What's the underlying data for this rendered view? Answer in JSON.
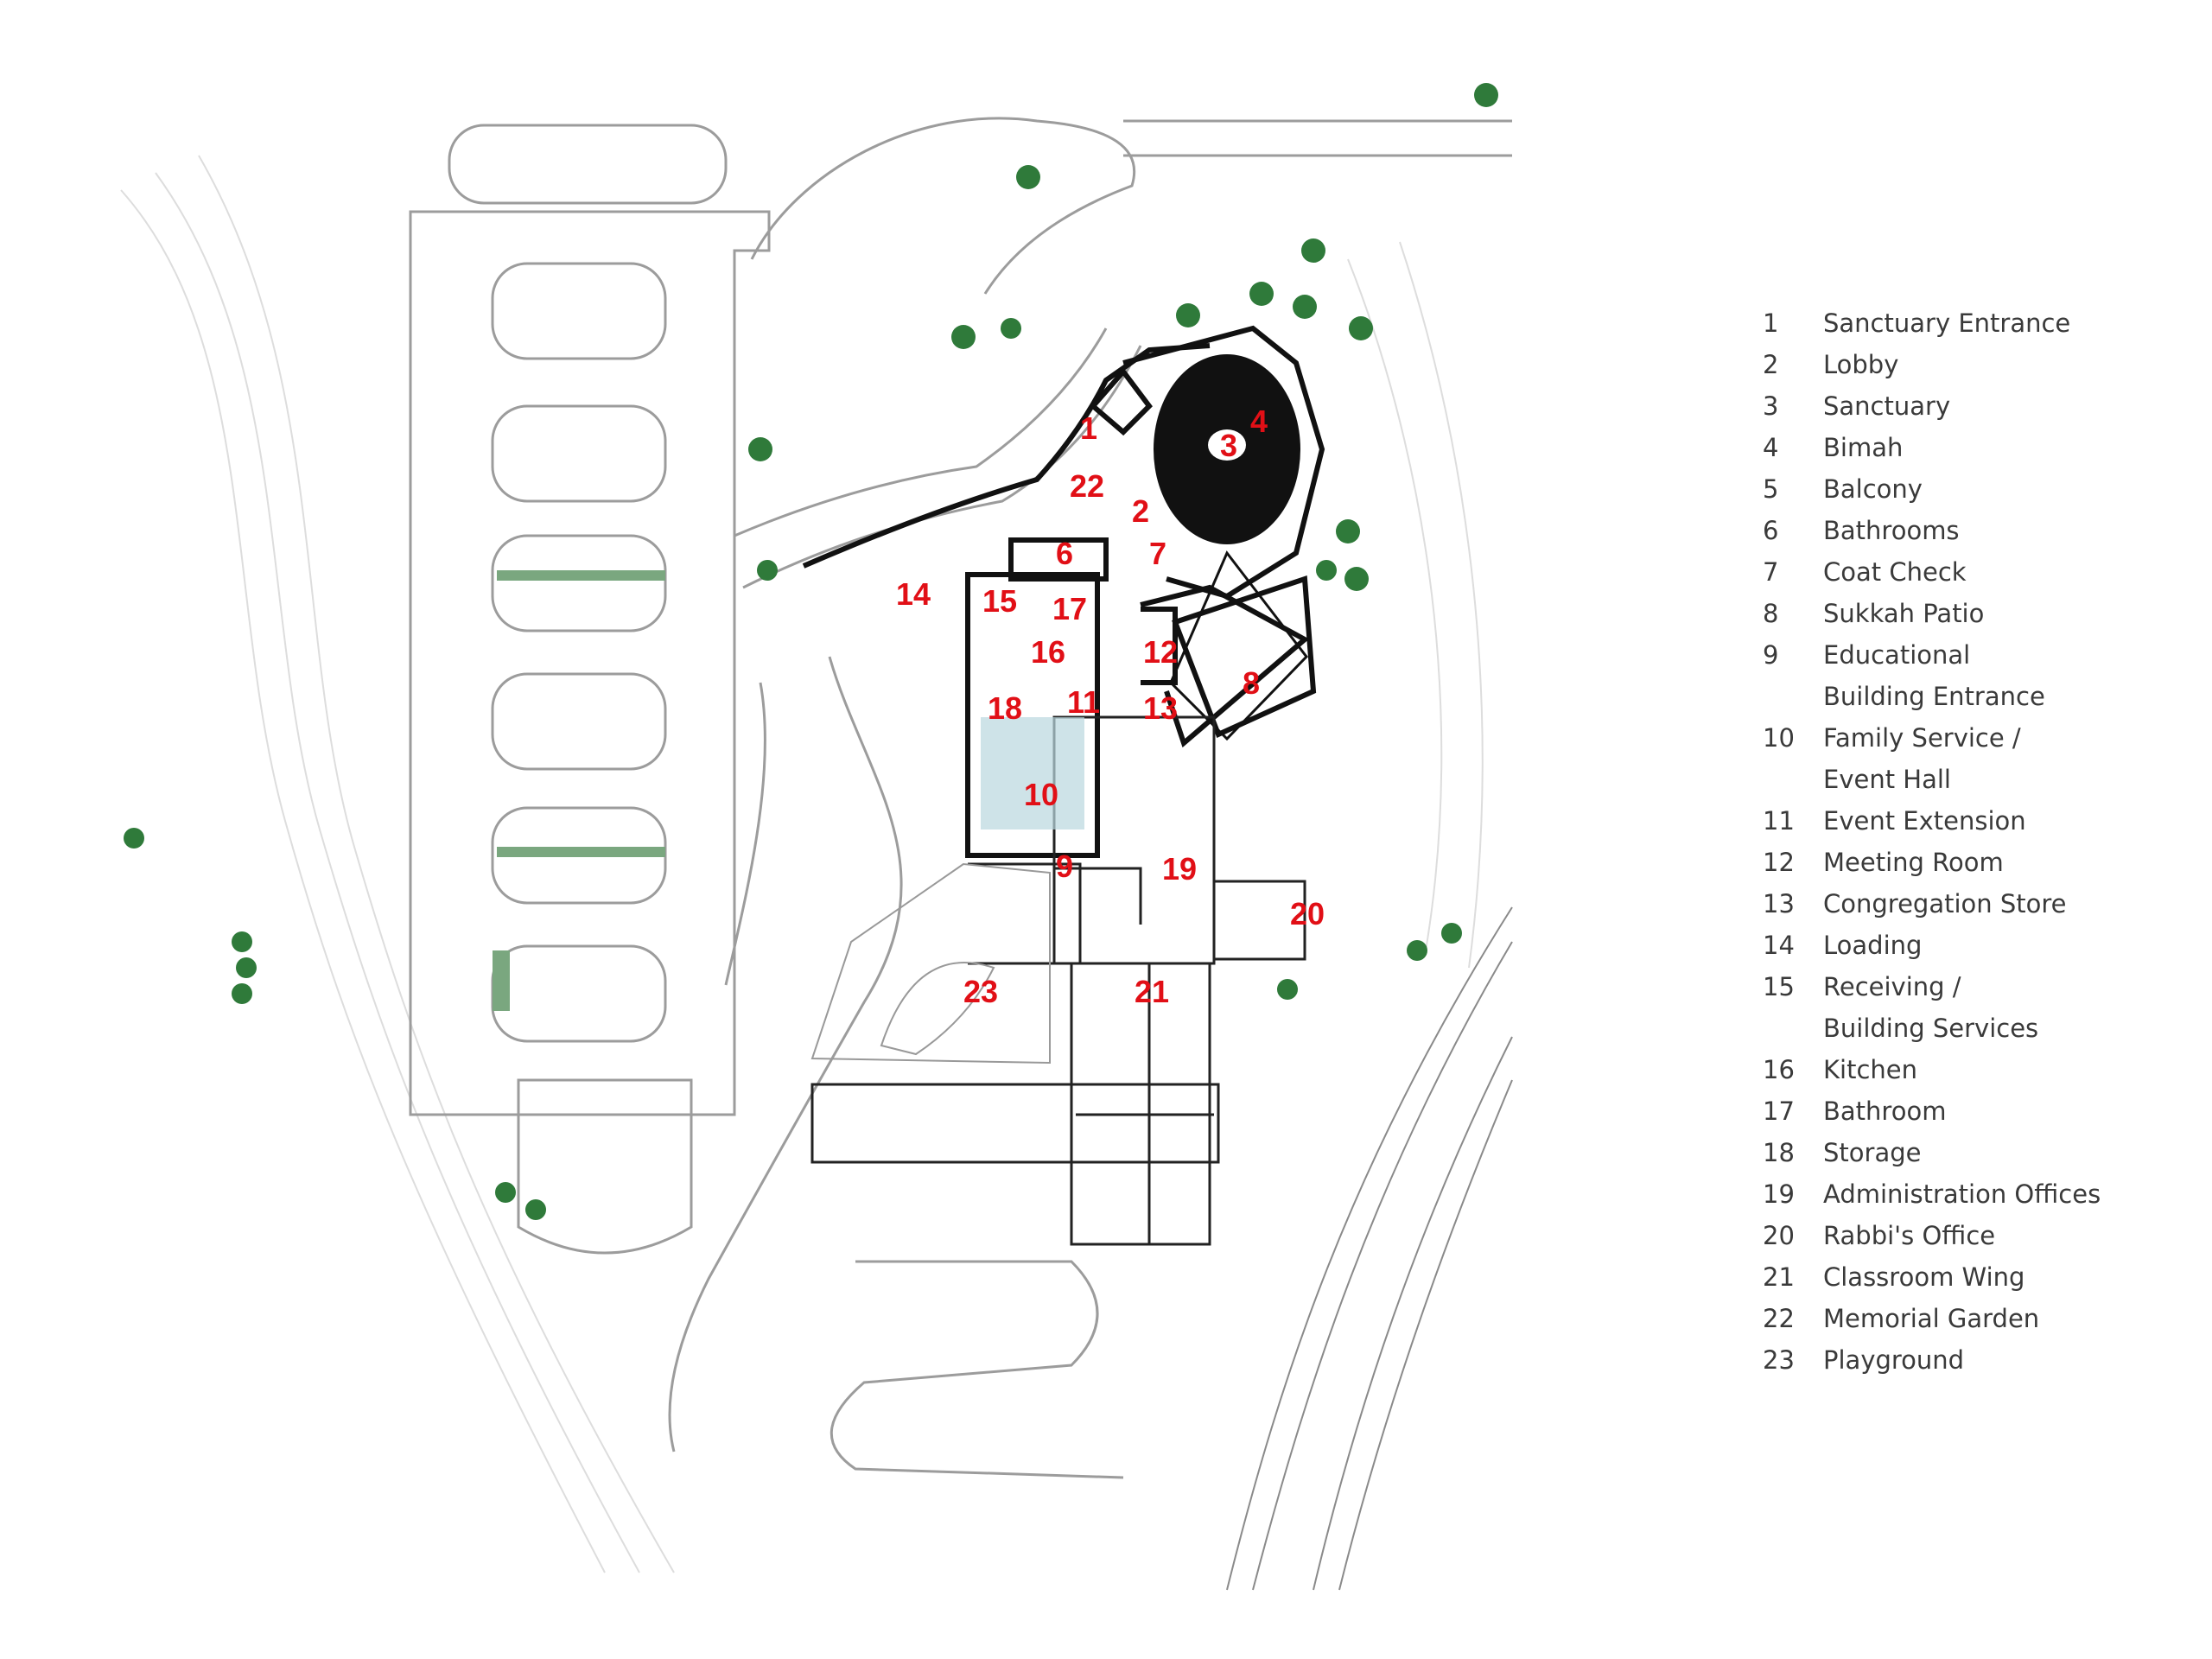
{
  "legend": [
    {
      "num": "1",
      "lines": [
        "Sanctuary Entrance"
      ]
    },
    {
      "num": "2",
      "lines": [
        "Lobby"
      ]
    },
    {
      "num": "3",
      "lines": [
        "Sanctuary"
      ]
    },
    {
      "num": "4",
      "lines": [
        "Bimah"
      ]
    },
    {
      "num": "5",
      "lines": [
        "Balcony"
      ]
    },
    {
      "num": "6",
      "lines": [
        "Bathrooms"
      ]
    },
    {
      "num": "7",
      "lines": [
        "Coat Check"
      ]
    },
    {
      "num": "8",
      "lines": [
        "Sukkah Patio"
      ]
    },
    {
      "num": "9",
      "lines": [
        "Educational",
        "Building Entrance"
      ]
    },
    {
      "num": "10",
      "lines": [
        "Family Service /",
        "Event Hall"
      ]
    },
    {
      "num": "11",
      "lines": [
        "Event Extension"
      ]
    },
    {
      "num": "12",
      "lines": [
        "Meeting Room"
      ]
    },
    {
      "num": "13",
      "lines": [
        "Congregation Store"
      ]
    },
    {
      "num": "14",
      "lines": [
        "Loading"
      ]
    },
    {
      "num": "15",
      "lines": [
        "Receiving /",
        "Building Services"
      ]
    },
    {
      "num": "16",
      "lines": [
        "Kitchen"
      ]
    },
    {
      "num": "17",
      "lines": [
        "Bathroom"
      ]
    },
    {
      "num": "18",
      "lines": [
        "Storage"
      ]
    },
    {
      "num": "19",
      "lines": [
        "Administration Offices"
      ]
    },
    {
      "num": "20",
      "lines": [
        "Rabbi's Office"
      ]
    },
    {
      "num": "21",
      "lines": [
        "Classroom Wing"
      ]
    },
    {
      "num": "22",
      "lines": [
        "Memorial Garden"
      ]
    },
    {
      "num": "23",
      "lines": [
        "Playground"
      ]
    }
  ],
  "plan_labels": [
    "1",
    "2",
    "3",
    "4",
    "6",
    "7",
    "8",
    "9",
    "10",
    "11",
    "12",
    "13",
    "14",
    "15",
    "16",
    "17",
    "18",
    "19",
    "20",
    "21",
    "22",
    "23"
  ],
  "colors": {
    "label": "#e10f16",
    "legend_text": "#3a3a3a",
    "building": "#111111",
    "site": "#bdbdbd",
    "tree": "#2f7a3a"
  }
}
